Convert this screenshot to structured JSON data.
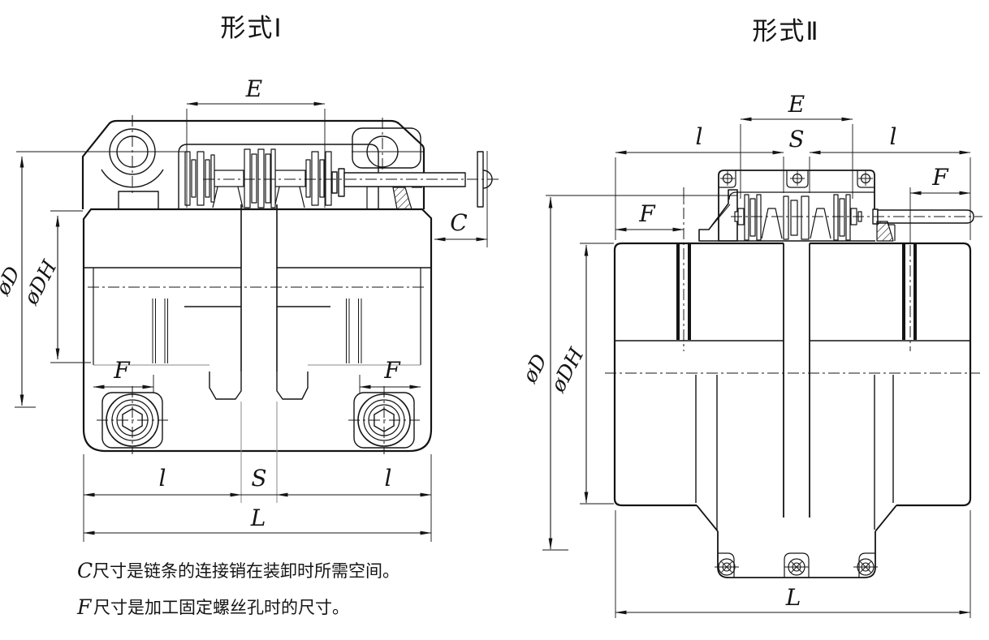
{
  "drawing": {
    "ink_color": "#141414",
    "paper_color": "#ffffff",
    "description": "Chain coupling technical drawing, two construction forms"
  },
  "type1": {
    "title": "形式Ⅰ",
    "dim_e": "E",
    "dim_c": "C",
    "dim_d": "øD",
    "dim_dh": "øDH",
    "dim_f_left": "F",
    "dim_f_right": "F",
    "dim_l_half_left": "l",
    "dim_s": "S",
    "dim_l_half_right": "l",
    "dim_l_total": "L"
  },
  "type2": {
    "title": "形式Ⅱ",
    "dim_e": "E",
    "dim_s": "S",
    "dim_l_half_left": "l",
    "dim_l_half_right": "l",
    "dim_f_left": "F",
    "dim_f_right": "F",
    "dim_d": "øD",
    "dim_dh": "øDH",
    "dim_l_total": "L"
  },
  "notes": {
    "line1_lead": "C",
    "line1_text": "尺寸是链条的连接销在装卸时所需空间。",
    "line2_lead": "F",
    "line2_text": "尺寸是加工固定螺丝孔时的尺寸。"
  }
}
